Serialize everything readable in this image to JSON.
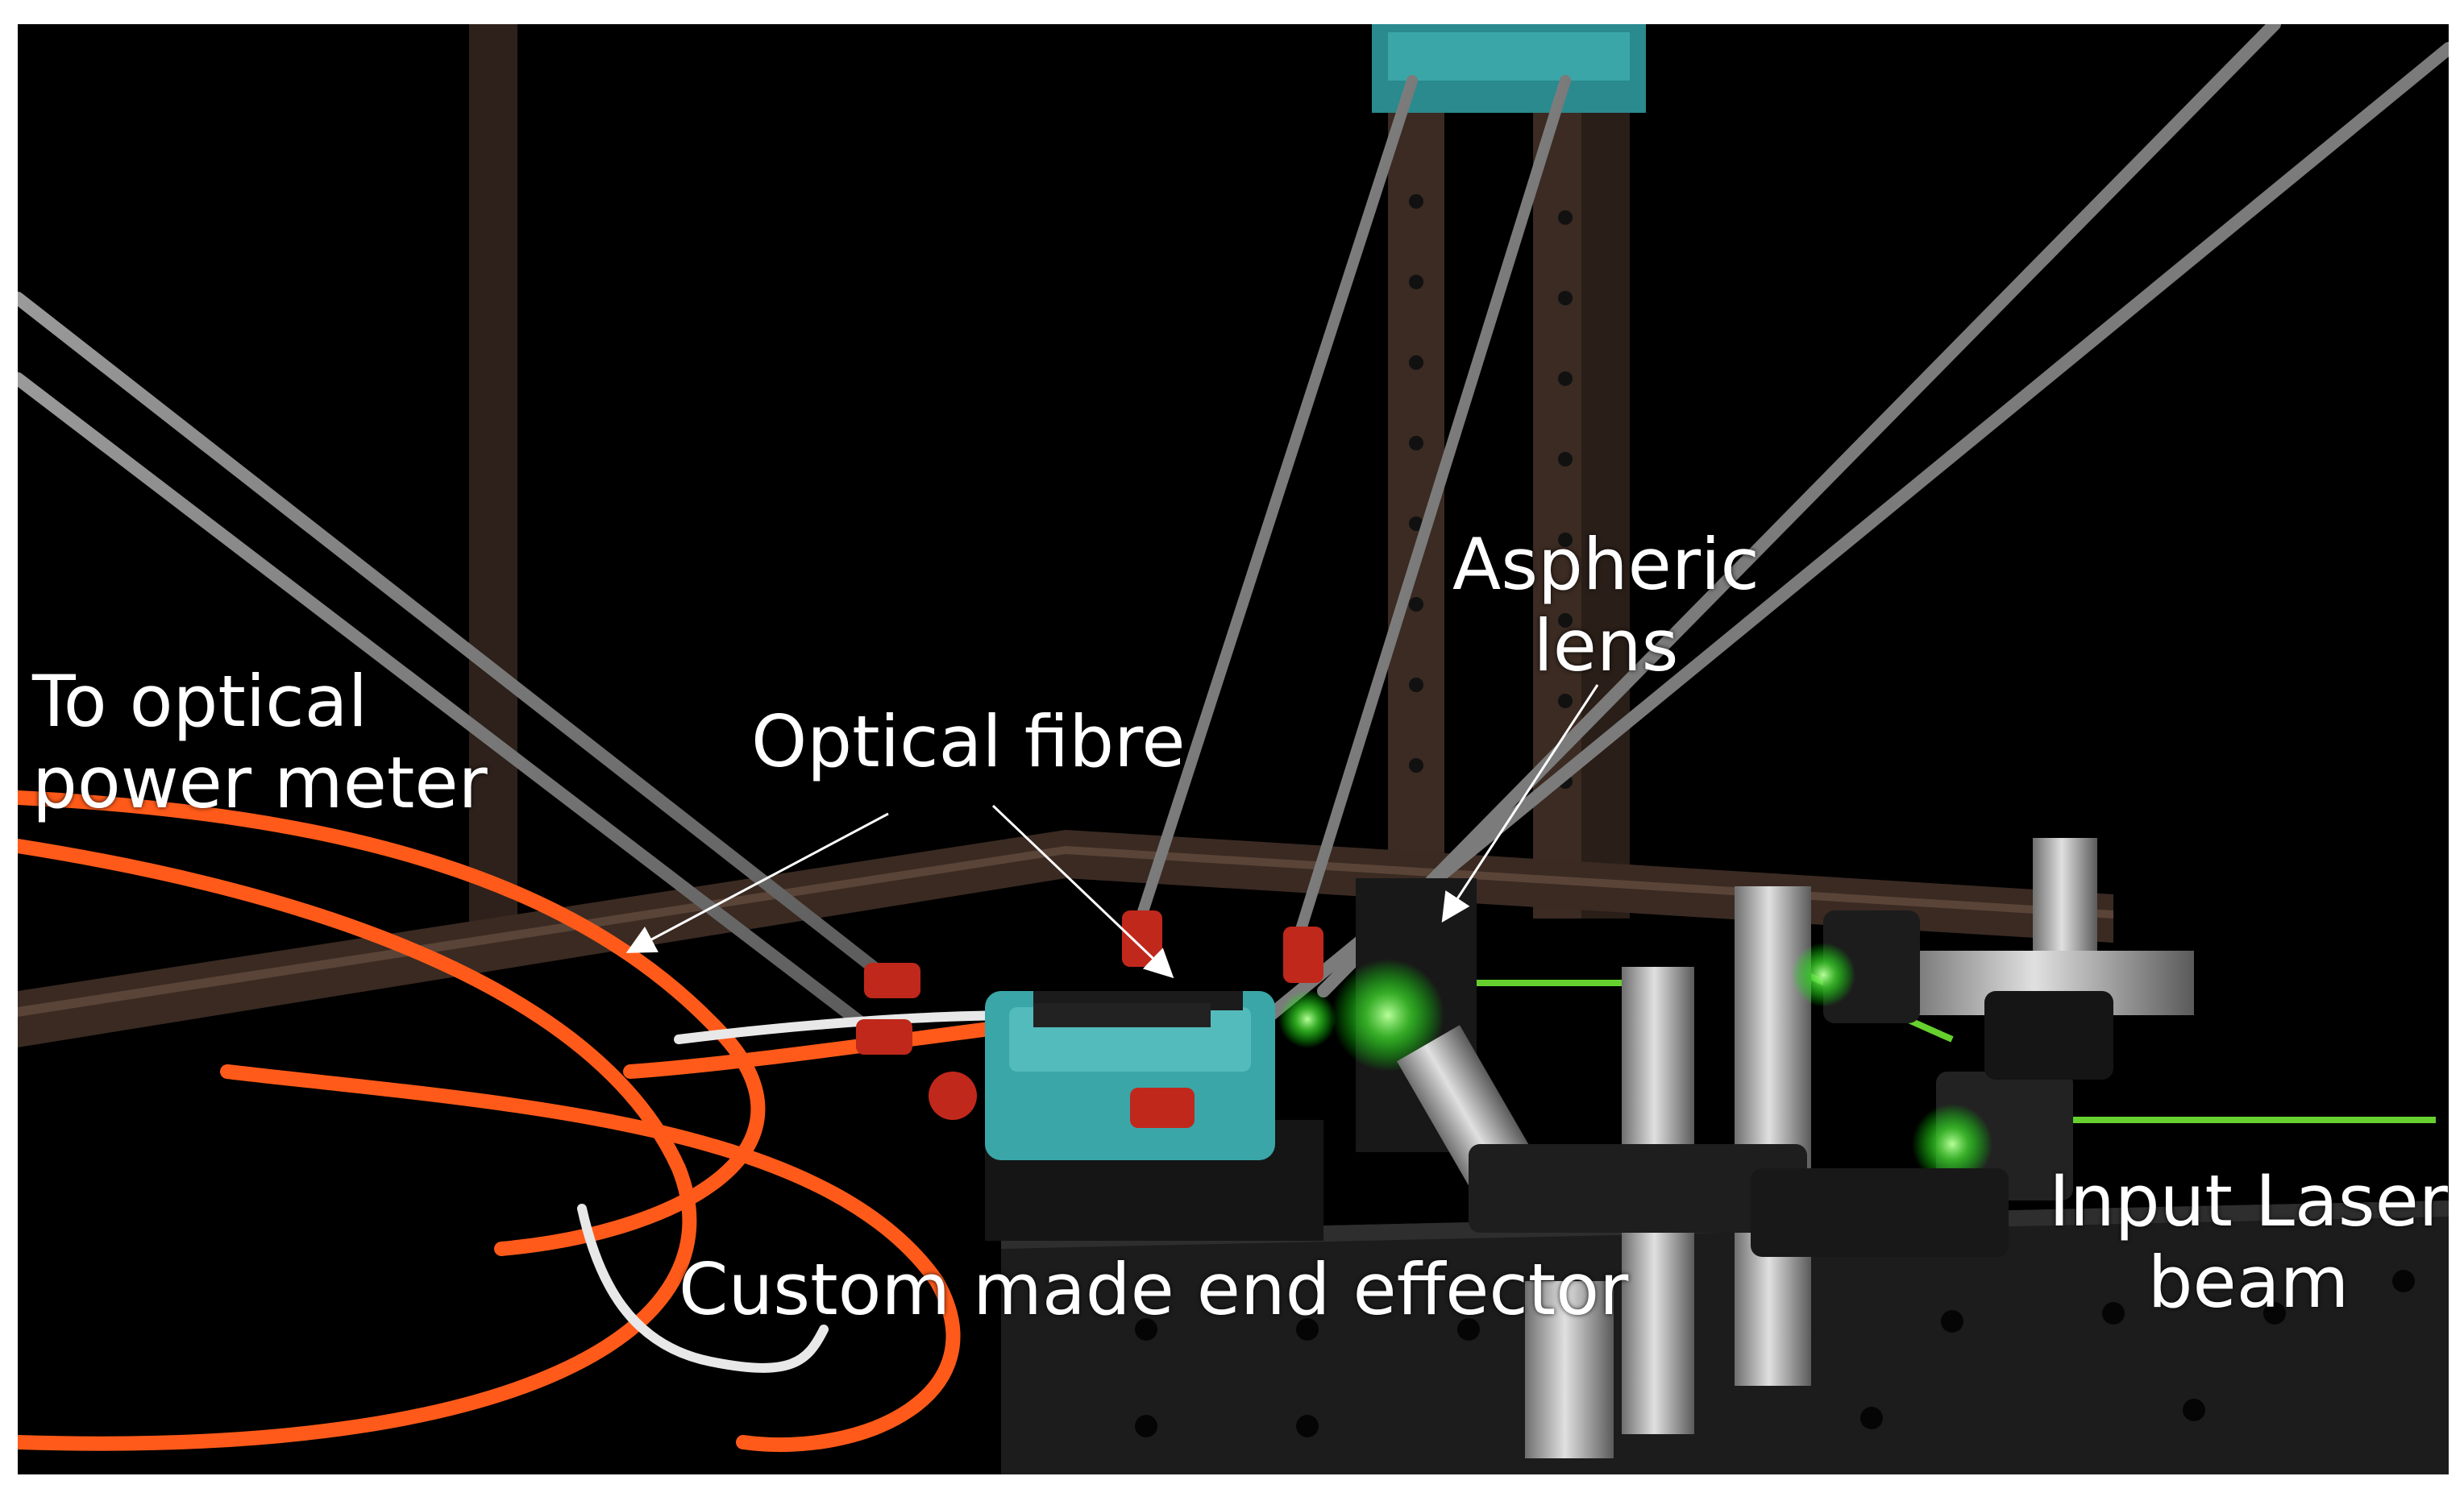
{
  "figure": {
    "background": "#000000",
    "frame": "#ffffff"
  },
  "labels": {
    "optical_power_meter": [
      "To optical",
      "power meter"
    ],
    "optical_fibre": "Optical fibre",
    "aspheric_lens": [
      "Aspheric",
      "lens"
    ],
    "end_effector": "Custom made end effector",
    "input_laser": [
      "Input Laser",
      "beam"
    ]
  },
  "colors": {
    "fibre_cable": "#ff5a1a",
    "laser_beam": "#66d12e",
    "arm_rods": "#8a8a8a",
    "joints": "#c0281c",
    "mount_body": "#3aa6a8",
    "frame_rails": "#3a2a22",
    "optical_table": "#1c1c1c",
    "steel_posts": "#b5b5b5"
  }
}
